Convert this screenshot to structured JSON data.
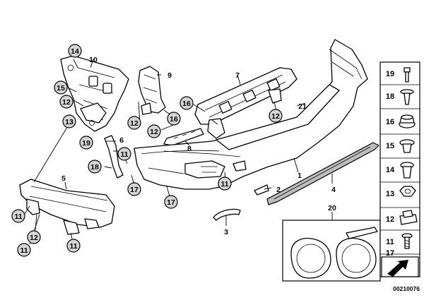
{
  "diagram": {
    "reference_code": "00210076",
    "callouts": {
      "c14_top": "14",
      "c10": "10",
      "c15_left": "15",
      "c12_bracket": "12",
      "c13": "13",
      "c9": "9",
      "c7": "7",
      "c16_a": "16",
      "c16_b": "16",
      "c12_mid": "12",
      "c12_low": "12",
      "c21": "21",
      "c12_right": "12",
      "c8": "8",
      "c19_left": "19",
      "c6": "6",
      "c11_mid": "11",
      "c18_left": "18",
      "c17_mid": "17",
      "c17_bottom": "17",
      "c5": "5",
      "c1": "1",
      "c2": "2",
      "c4": "4",
      "c3": "3",
      "c20": "20",
      "c11_a": "11",
      "c12_bottom": "12",
      "c11_b": "11",
      "c11_c": "11",
      "c11_d": "11"
    },
    "side_panel": [
      "19",
      "18",
      "16",
      "15",
      "14",
      "13",
      "12",
      "11",
      "17"
    ]
  }
}
